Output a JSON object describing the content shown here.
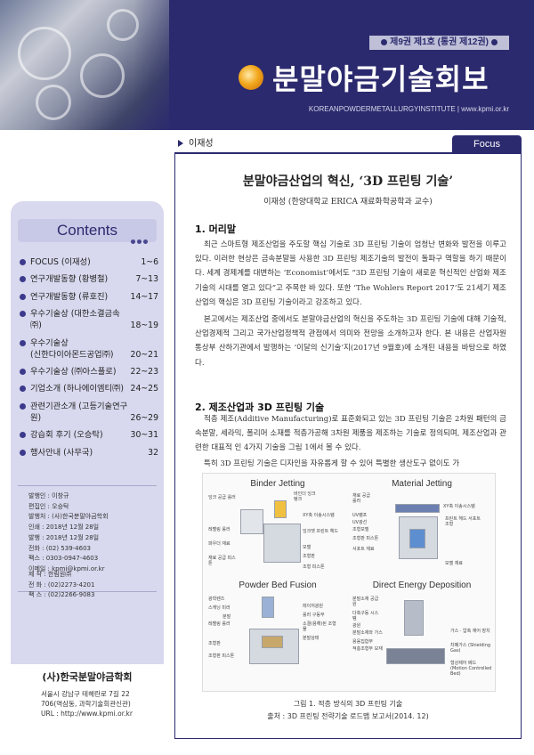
{
  "header": {
    "issue": "제9권 제1호 (통권 제12권)",
    "title": "분말야금기술회보",
    "subtitle": "KOREANPOWDERMETALLURGYINSTITUTE | www.kpmi.or.kr"
  },
  "colors": {
    "brand": "#2c2a6e",
    "sidebar": "#d8d8ee",
    "accent": "#f2a81d"
  },
  "sidebar": {
    "contents_label": "Contents",
    "toc": [
      {
        "title": "FOCUS (이재성)",
        "page": "1~6"
      },
      {
        "title": "연구개발동향 (황병철)",
        "page": "7~13"
      },
      {
        "title": "연구개발동향 (류호진)",
        "page": "14~17"
      },
      {
        "title": "우수기술상 (대한소결금속㈜)",
        "page": "18~19"
      },
      {
        "title": "우수기술상",
        "title2": "(신한다이아몬드공업㈜)",
        "page": "20~21"
      },
      {
        "title": "우수기술상 (㈜아스플로)",
        "page": "22~23"
      },
      {
        "title": "기업소개 (하나에이엠티㈜)",
        "page": "24~25"
      },
      {
        "title": "관련기관소개 (고등기술연구원)",
        "page": "26~29"
      },
      {
        "title": "강습회 후기 (오승탁)",
        "page": "30~31"
      },
      {
        "title": "행사안내 (사무국)",
        "page": "32"
      }
    ],
    "info": [
      "발행인 : 이창규",
      "편집인 : 오승탁",
      "발행처 : (사)한국분말야금학회",
      "인쇄 : 2018년 12월 28일",
      "발행 : 2018년 12월 28일",
      "전화 : (02) 539-4603",
      "팩스 : 0303-0947-4603",
      "이메일 : kpmi@kpmi.or.kr"
    ],
    "info2": [
      "제  작 : 한림원㈜",
      "전  화 : (02)2273-4201",
      "팩  스 : (02)2266-9083"
    ],
    "publisher_name": "(사)한국분말야금학회",
    "publisher_address": [
      "서울시 강남구 테헤란로 7길 22",
      "706(역삼동, 과학기술회관신관)",
      "URL : http://www.kpmi.or.kr"
    ]
  },
  "article": {
    "author_tab": "이재성",
    "focus_label": "Focus",
    "title": "분말야금산업의 혁신, ‘3D 프린팅 기술’",
    "author": "이재성 (한양대학교 ERICA 재료화학공학과 교수)",
    "sec1": "1. 머리말",
    "para1": "최근 스마트형 제조산업을 주도할 핵심 기술로 3D 프린팅 기술이 엄청난 변화와 발전을 이루고 있다. 이러한 현상은 금속분말을 사용한 3D 프린팅 제조기술의 발전이 돌파구 역할을 하기 때문이다. 세계 경제계를 대변하는 ‘Economist’에서도 “3D 프린팅 기술이 새로운 혁신적인 산업화 제조 기술의 시대를 열고 있다”고 주목한 바 있다. 또한 ‘The Wohlers Report 2017’도 21세기 제조산업의 핵심은 3D 프린팅 기술이라고 강조하고 있다.",
    "para2": "본고에서는 제조산업 중에서도 분말야금산업의 혁신을 주도하는 3D 프린팅 기술에 대해 기술적, 산업경제적 그리고 국가산업정책적 관점에서 의미와 전망을 소개하고자 한다. 본 내용은 산업자원통상부 산하기관에서 발행하는 ‘이달의 신기술’지(2017년 9월호)에 소개된 내용을 바탕으로 하였다.",
    "sec2": "2. 제조산업과 3D 프린팅 기술",
    "para3": "적층 제조(Additive Manufacturing)로 표준화되고 있는 3D 프린팅 기술은 2차원 패턴의 금속분말, 세라믹, 폴리머 소재를 적층가공해 3차원 제품을 제조하는 기술로 정의되며, 제조산업과 관련한 대표적 인 4가지 기술을 그림 1에서 볼 수 있다.",
    "para4": "특히 3D 프린팅 기술은 디자인을 자유롭게 할 수 있어 특별한 생산도구 없이도 가"
  },
  "figure": {
    "panels": [
      {
        "title": "Binder Jetting",
        "labels": [
          "잉크 공급 롤러",
          "바인더 잉크 탱크",
          "XY축 이송시스템",
          "레벨링 롤러",
          "잉크젯 프린트 헤드",
          "파우더 재료",
          "모델",
          "재료 공급 피스톤",
          "조형판",
          "조형 피스톤"
        ]
      },
      {
        "title": "Material Jetting",
        "labels": [
          "재료 공급 롤러",
          "XY축 이송시스템",
          "UV램프",
          "UV광선",
          "프린트 헤드 서포트 조형",
          "조형모델",
          "조형판 피스톤",
          "서포트 재료",
          "모델 재료"
        ]
      },
      {
        "title": "Powder Bed Fusion",
        "labels": [
          "광학렌즈",
          "스캐닝 미러",
          "분말",
          "레벨링 롤러",
          "레이저광원",
          "롤러 구동부",
          "소결(용해)된 조형물",
          "분말상태",
          "조형판",
          "조형판 피스톤"
        ]
      },
      {
        "title": "Direct Energy Deposition",
        "labels": [
          "분말소재 공급원",
          "다축구동 시스템",
          "광원",
          "분말소재와 가스",
          "용융집합부",
          "적층조형부 모재",
          "가스 · 압축 재어 장치",
          "차폐가스 (Shielding Gas)",
          "형상제어 베드 (Motion Controlled Bed)"
        ]
      }
    ],
    "caption": "그림 1. 적층 방식의 3D 프린팅 기술",
    "source": "출처 : 3D 프린팅 전략기술 로드맵 보고서(2014. 12)"
  }
}
